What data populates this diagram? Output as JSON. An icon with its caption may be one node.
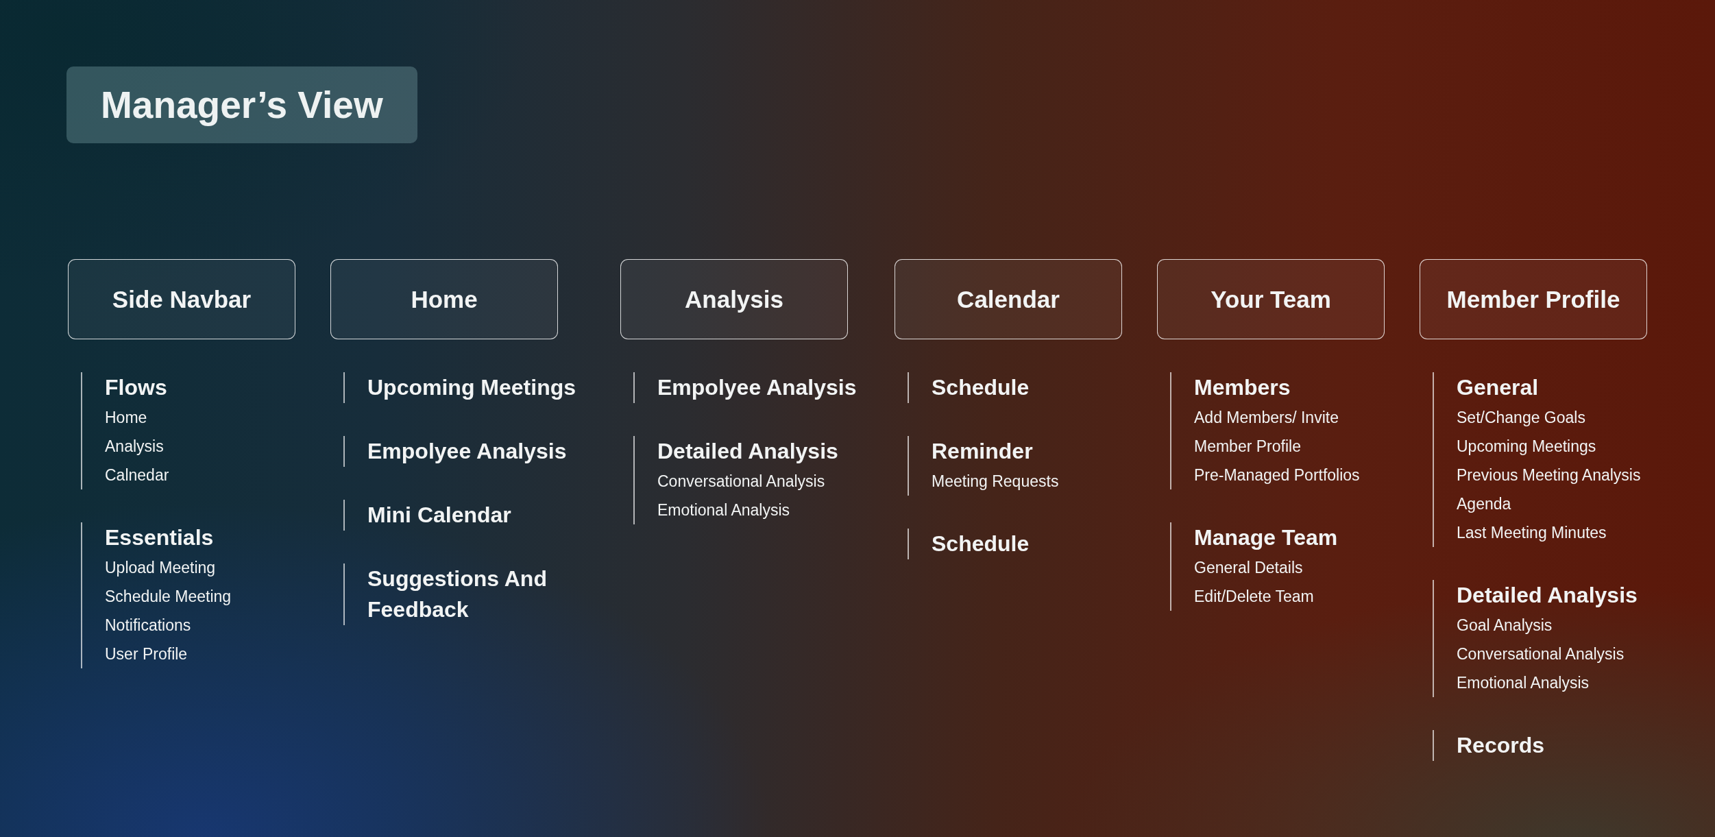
{
  "diagram": {
    "title": "Manager’s View",
    "nodes": [
      {
        "text": [
          "Side Navbar"
        ]
      },
      {
        "text": [
          "Home"
        ]
      },
      {
        "text": [
          "Analysis"
        ]
      },
      {
        "text": [
          "Calendar"
        ]
      },
      {
        "text": [
          "Your Team"
        ]
      },
      {
        "text": [
          "Member Profile"
        ]
      },
      {
        "text": [
          "Flows",
          "Home",
          "Analysis",
          "Calnedar"
        ]
      },
      {
        "text": [
          "Essentials",
          "Upload Meeting",
          "Schedule Meeting",
          "Notifications",
          "User Profile"
        ]
      },
      {
        "text": [
          "Upcoming Meetings"
        ]
      },
      {
        "text": [
          "Empolyee Analysis"
        ]
      },
      {
        "text": [
          "Mini Calendar"
        ]
      },
      {
        "text": [
          "Suggestions And Feedback"
        ]
      },
      {
        "text": [
          "Empolyee Analysis"
        ]
      },
      {
        "text": [
          "Detailed Analysis",
          "Conversational Analysis",
          "Emotional Analysis"
        ]
      },
      {
        "text": [
          "Schedule"
        ]
      },
      {
        "text": [
          "Reminder",
          "Meeting Requests"
        ]
      },
      {
        "text": [
          "Schedule"
        ]
      },
      {
        "text": [
          "Members",
          "Add Members/ Invite",
          "Member Profile",
          "Pre-Managed Portfolios"
        ]
      },
      {
        "text": [
          "Manage Team",
          "General Details",
          "Edit/Delete Team"
        ]
      },
      {
        "text": [
          "General",
          "Set/Change Goals",
          "Upcoming Meetings",
          "Previous Meeting Analysis",
          "Agenda",
          "Last Meeting Minutes"
        ]
      },
      {
        "text": [
          "Detailed Analysis",
          "Goal Analysis",
          "Conversational Analysis",
          "Emotional Analysis"
        ]
      },
      {
        "text": [
          "Records"
        ]
      }
    ]
  }
}
